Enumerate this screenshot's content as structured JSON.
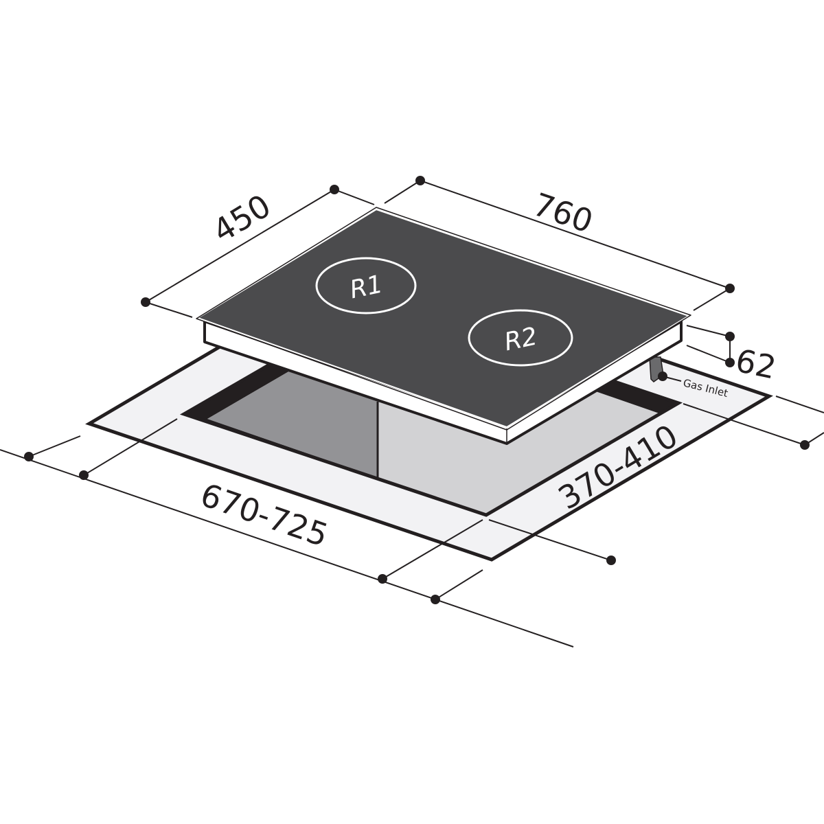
{
  "diagram": {
    "dimensions": {
      "depth": "450",
      "width": "760",
      "height": "62",
      "cutout_width": "670-725",
      "cutout_depth": "370-410"
    },
    "burners": [
      "R1",
      "R2"
    ],
    "gas_inlet_label": "Gas Inlet",
    "colors": {
      "glass": "#4b4b4d",
      "countertop": "#f2f2f4",
      "cutout_dark": "#939396",
      "cutout_light": "#d2d2d4",
      "line": "#231f20"
    }
  }
}
